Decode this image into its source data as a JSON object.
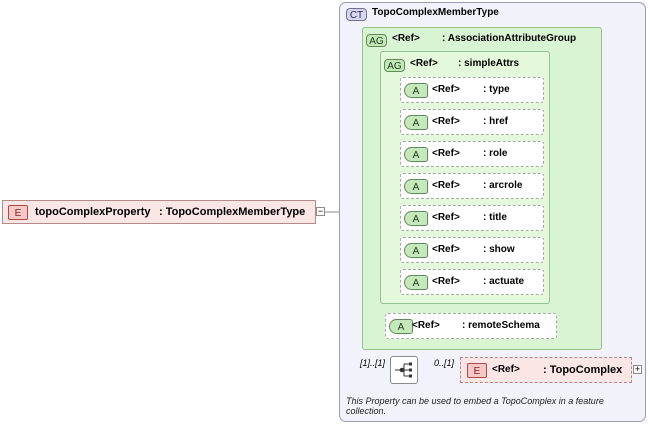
{
  "complex_type": {
    "badge": "CT",
    "title": "TopoComplexMemberType"
  },
  "root_element": {
    "badge": "E",
    "name": "topoComplexProperty",
    "type": ": TopoComplexMemberType"
  },
  "attribute_group_outer": {
    "badge": "AG",
    "ref": "<Ref>",
    "name": ": AssociationAttributeGroup"
  },
  "attribute_group_inner": {
    "badge": "AG",
    "ref": "<Ref>",
    "name": ": simpleAttrs"
  },
  "attributes": [
    {
      "badge": "A",
      "ref": "<Ref>",
      "name": ": type"
    },
    {
      "badge": "A",
      "ref": "<Ref>",
      "name": ": href"
    },
    {
      "badge": "A",
      "ref": "<Ref>",
      "name": ": role"
    },
    {
      "badge": "A",
      "ref": "<Ref>",
      "name": ": arcrole"
    },
    {
      "badge": "A",
      "ref": "<Ref>",
      "name": ": title"
    },
    {
      "badge": "A",
      "ref": "<Ref>",
      "name": ": show"
    },
    {
      "badge": "A",
      "ref": "<Ref>",
      "name": ": actuate"
    }
  ],
  "remote_schema": {
    "badge": "A",
    "ref": "<Ref>",
    "name": ": remoteSchema"
  },
  "sequence": {
    "cardinality": "[1]..[1]"
  },
  "child_element": {
    "badge": "E",
    "ref": "<Ref>",
    "name": ": TopoComplex",
    "cardinality": "0..[1]"
  },
  "documentation": "This Property can be used to embed a TopoComplex in a feature collection."
}
